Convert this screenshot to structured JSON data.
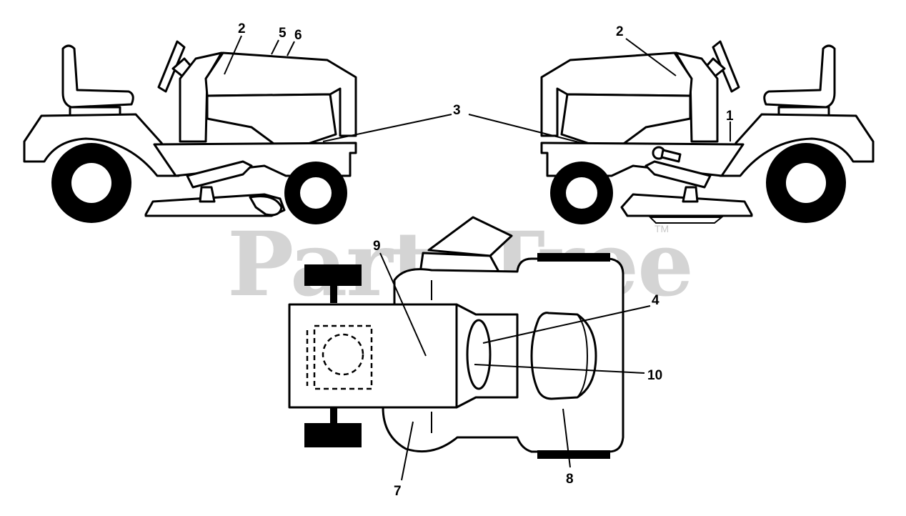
{
  "watermark": {
    "text": "PartsTree",
    "trademark": "TM"
  },
  "callouts": {
    "left_2": "2",
    "left_5": "5",
    "left_6": "6",
    "center_3": "3",
    "right_2": "2",
    "right_1": "1",
    "top_9": "9",
    "top_4": "4",
    "top_10": "10",
    "top_7": "7",
    "top_8": "8"
  }
}
